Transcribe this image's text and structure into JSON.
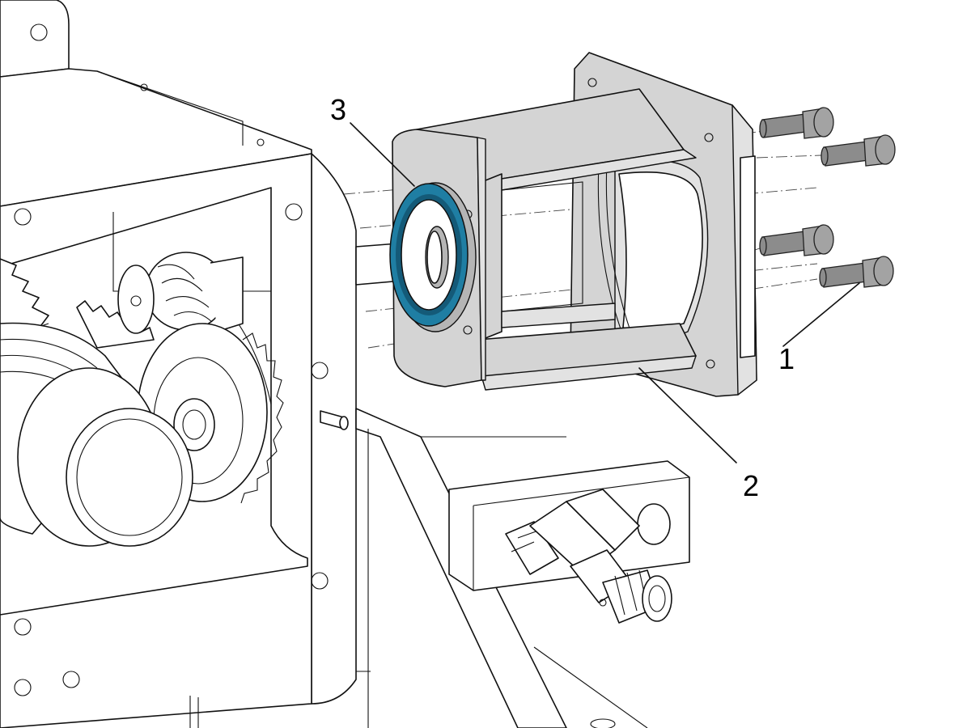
{
  "callouts": [
    {
      "label": "1",
      "part": "bolt"
    },
    {
      "label": "2",
      "part": "bracket"
    },
    {
      "label": "3",
      "part": "seal"
    }
  ],
  "colors": {
    "seal_highlight": "#1f7ea3",
    "seal_dark": "#145a78",
    "part_gray": "#d4d4d4",
    "bolt_gray": "#8c8c8c",
    "line": "#111111"
  }
}
